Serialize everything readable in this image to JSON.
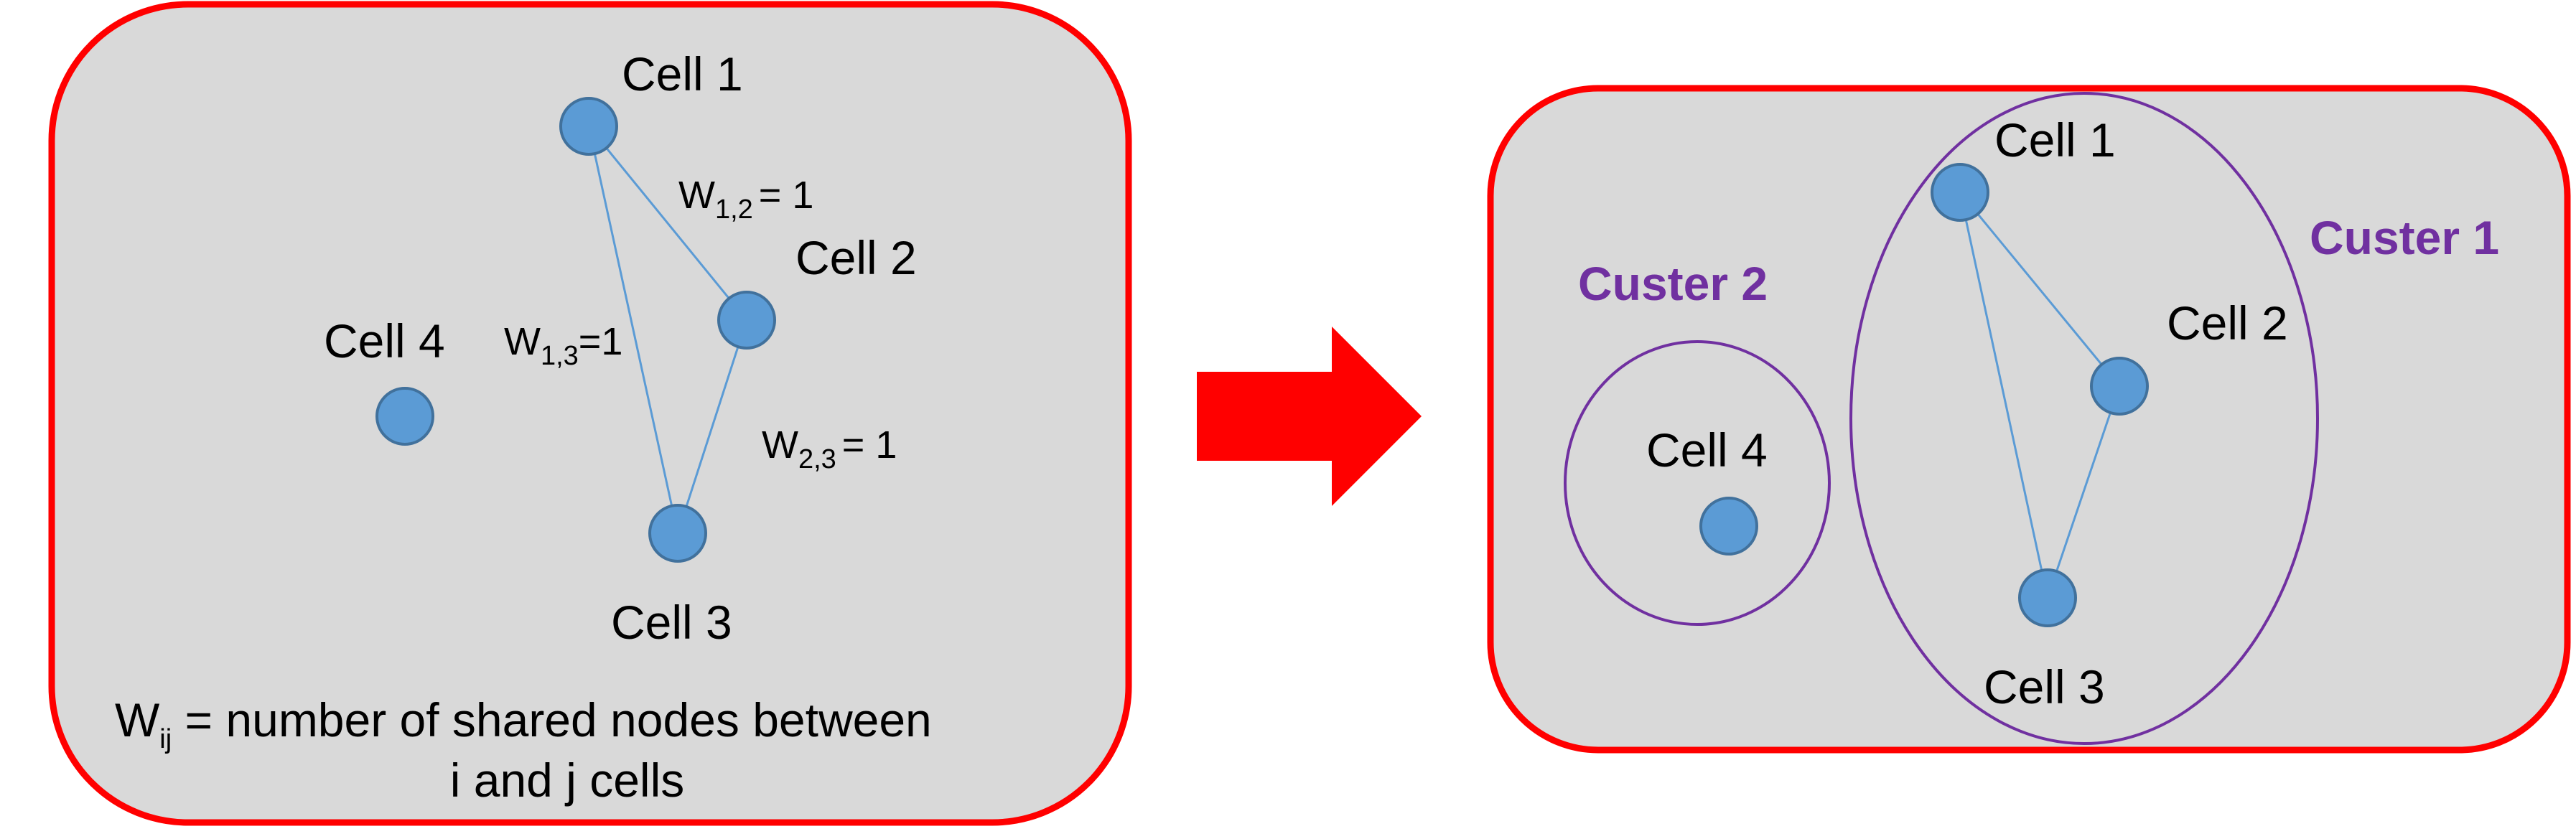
{
  "colors": {
    "panel_fill": "#d9d9d9",
    "panel_border": "#ff0000",
    "node_fill": "#5b9bd5",
    "node_stroke": "#41719c",
    "edge": "#5b9bd5",
    "cluster": "#7030a0",
    "arrow": "#ff0000"
  },
  "left_panel": {
    "cells": {
      "c1": "Cell 1",
      "c2": "Cell 2",
      "c3": "Cell 3",
      "c4": "Cell 4"
    },
    "weights": {
      "w12": {
        "base": "W",
        "sub": "1,2",
        "tail": "= 1"
      },
      "w13": {
        "base": "W",
        "sub": "1,3",
        "tail": "=1"
      },
      "w23": {
        "base": "W",
        "sub": "2,3",
        "tail": "= 1"
      }
    },
    "definition": {
      "base": "W",
      "sub": "ij",
      "tail": " = number of shared nodes between",
      "line2": "i and j cells"
    }
  },
  "right_panel": {
    "cells": {
      "c1": "Cell 1",
      "c2": "Cell 2",
      "c3": "Cell 3",
      "c4": "Cell 4"
    },
    "clusters": {
      "k1": "Custer 1",
      "k2": "Custer 2"
    }
  },
  "arrow_icon": "right-arrow-icon"
}
